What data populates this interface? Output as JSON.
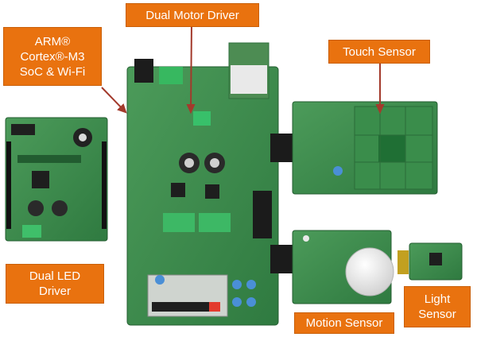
{
  "labels": {
    "dual_motor_driver": "Dual Motor Driver",
    "arm_line1": "ARM®",
    "arm_line2": "Cortex®-M3",
    "arm_line3": "SoC & Wi-Fi",
    "touch_sensor": "Touch Sensor",
    "dual_led_line1": "Dual LED",
    "dual_led_line2": "Driver",
    "motion_sensor": "Motion Sensor",
    "light_line1": "Light",
    "light_line2": "Sensor"
  },
  "colors": {
    "label_bg": "#e9720f",
    "label_text": "#ffffff",
    "pcb_green": "#3f8f4f",
    "pcb_dark": "#2f6f3c",
    "arrow": "#a33a2c"
  }
}
